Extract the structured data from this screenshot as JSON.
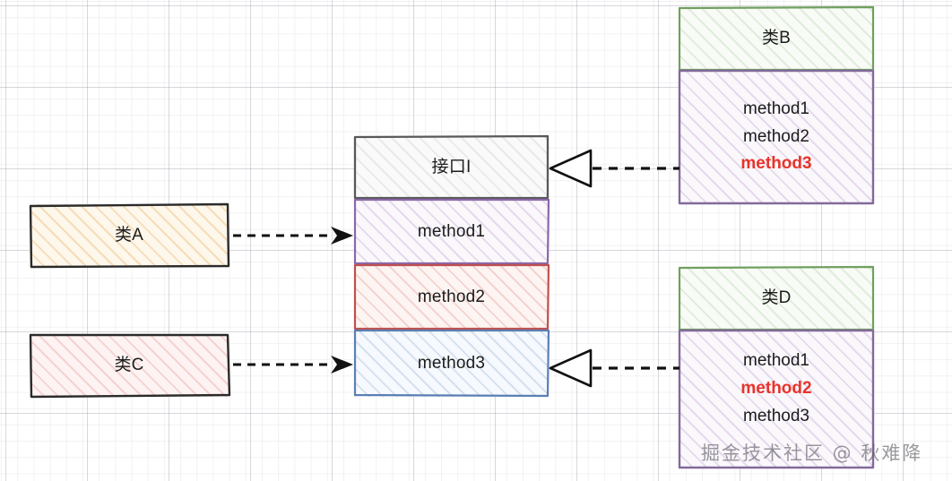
{
  "diagram": {
    "type": "uml-interface-segregation",
    "watermark": "掘金技术社区 @ 秋难降",
    "colors": {
      "interface_header_border": "#595959",
      "method1_border": "#8a68a8",
      "method2_border": "#c0504d",
      "method3_border": "#5b7fb4",
      "classA_border": "#2b2b2b",
      "classC_border": "#2b2b2b",
      "class_header_border": "#70a05f",
      "class_body_border": "#836a9b",
      "highlight_text": "#e8332a",
      "text": "#1c1c1c",
      "connector": "#111111"
    },
    "interface": {
      "name": "接口I",
      "methods": [
        {
          "id": "method1",
          "label": "method1"
        },
        {
          "id": "method2",
          "label": "method2"
        },
        {
          "id": "method3",
          "label": "method3"
        }
      ]
    },
    "left_classes": [
      {
        "id": "classA",
        "label": "类A"
      },
      {
        "id": "classC",
        "label": "类C"
      }
    ],
    "right_classes": [
      {
        "id": "classB",
        "label": "类B",
        "methods": [
          {
            "label": "method1",
            "highlight": false
          },
          {
            "label": "method2",
            "highlight": false
          },
          {
            "label": "method3",
            "highlight": true
          }
        ]
      },
      {
        "id": "classD",
        "label": "类D",
        "methods": [
          {
            "label": "method1",
            "highlight": false
          },
          {
            "label": "method2",
            "highlight": true
          },
          {
            "label": "method3",
            "highlight": false
          }
        ]
      }
    ],
    "connectors": [
      {
        "id": "classA-to-method1",
        "style": "dashed",
        "arrow": "filled-arrowhead",
        "direction": "right"
      },
      {
        "id": "classC-to-method3",
        "style": "dashed",
        "arrow": "filled-arrowhead",
        "direction": "right"
      },
      {
        "id": "classB-to-interface",
        "style": "dashed",
        "arrow": "hollow-triangle",
        "direction": "left"
      },
      {
        "id": "classD-to-method3",
        "style": "dashed",
        "arrow": "hollow-triangle",
        "direction": "left"
      }
    ]
  }
}
